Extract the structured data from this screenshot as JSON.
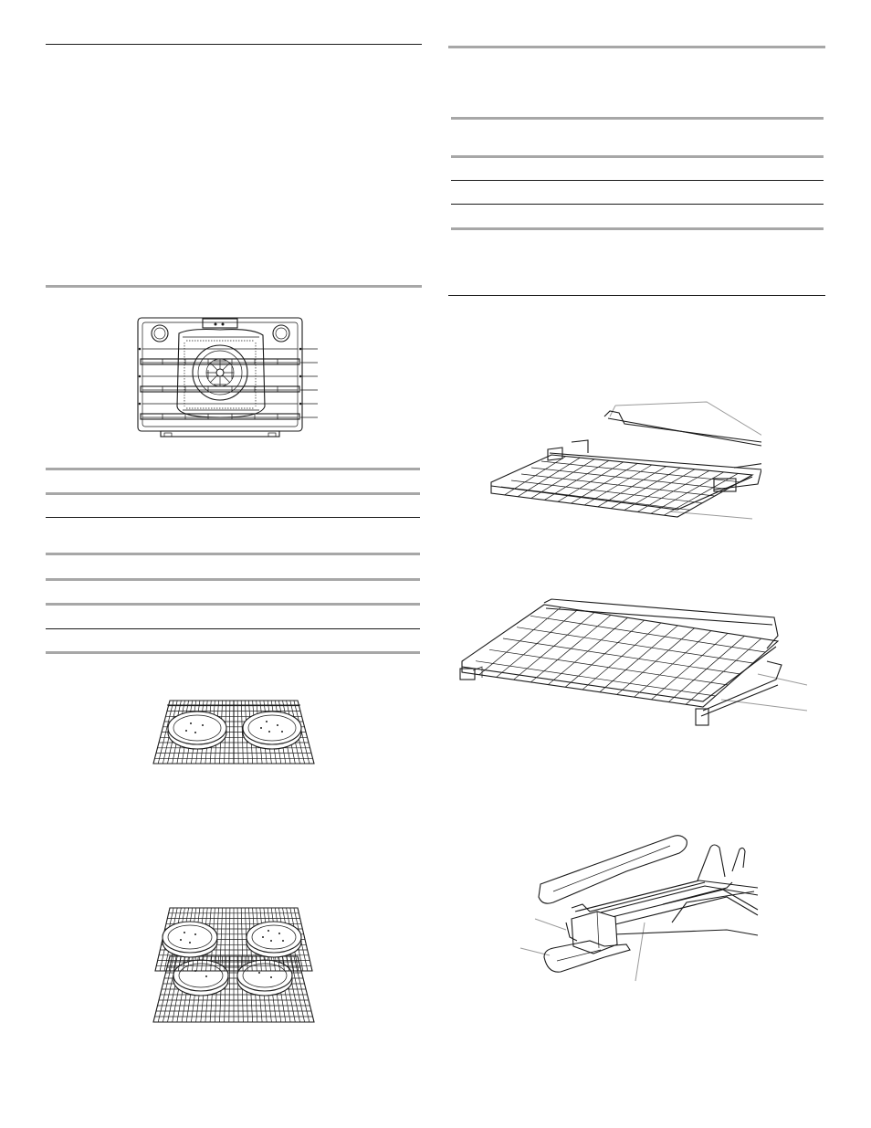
{
  "page": {
    "background": "#ffffff",
    "rule_color": "#1a1a1a",
    "gray_rule_color": "#a7a7a7"
  },
  "figures": {
    "oven_cavity": {
      "rack_positions": 6
    },
    "two_racks_top_view": {
      "pizzas": 2
    },
    "four_pizzas_staggered": {
      "pizzas": 4
    },
    "roll_out_rack": {},
    "roll_out_rack_open": {},
    "rack_slide_detail": {}
  }
}
